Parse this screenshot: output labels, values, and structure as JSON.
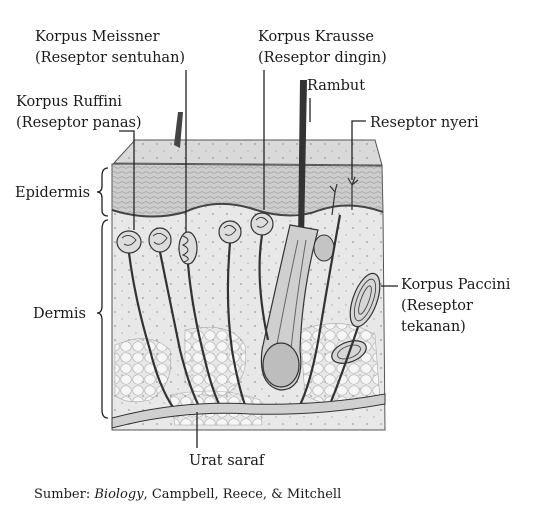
{
  "labels": {
    "meissner": "Korpus Meissner",
    "meissner_sub": "(Reseptor sentuhan)",
    "krausse": "Korpus Krausse",
    "krausse_sub": "(Reseptor dingin)",
    "rambut": "Rambut",
    "ruffini": "Korpus Ruffini",
    "ruffini_sub": "(Reseptor panas)",
    "nyeri": "Reseptor nyeri",
    "epidermis": "Epidermis",
    "dermis": "Dermis",
    "paccini": "Korpus Paccini",
    "paccini_sub1": "(Reseptor",
    "paccini_sub2": "tekanan)",
    "urat": "Urat saraf"
  },
  "source": {
    "prefix": "Sumber:",
    "book": "Biology",
    "authors": ", Campbell, Reece, & Mitchell"
  },
  "colors": {
    "skin_surface": "#d9d9d9",
    "epidermis": "#c8c8c8",
    "dermis": "#e6e6e6",
    "fat": "#f2f2f2",
    "ink": "#222222"
  }
}
